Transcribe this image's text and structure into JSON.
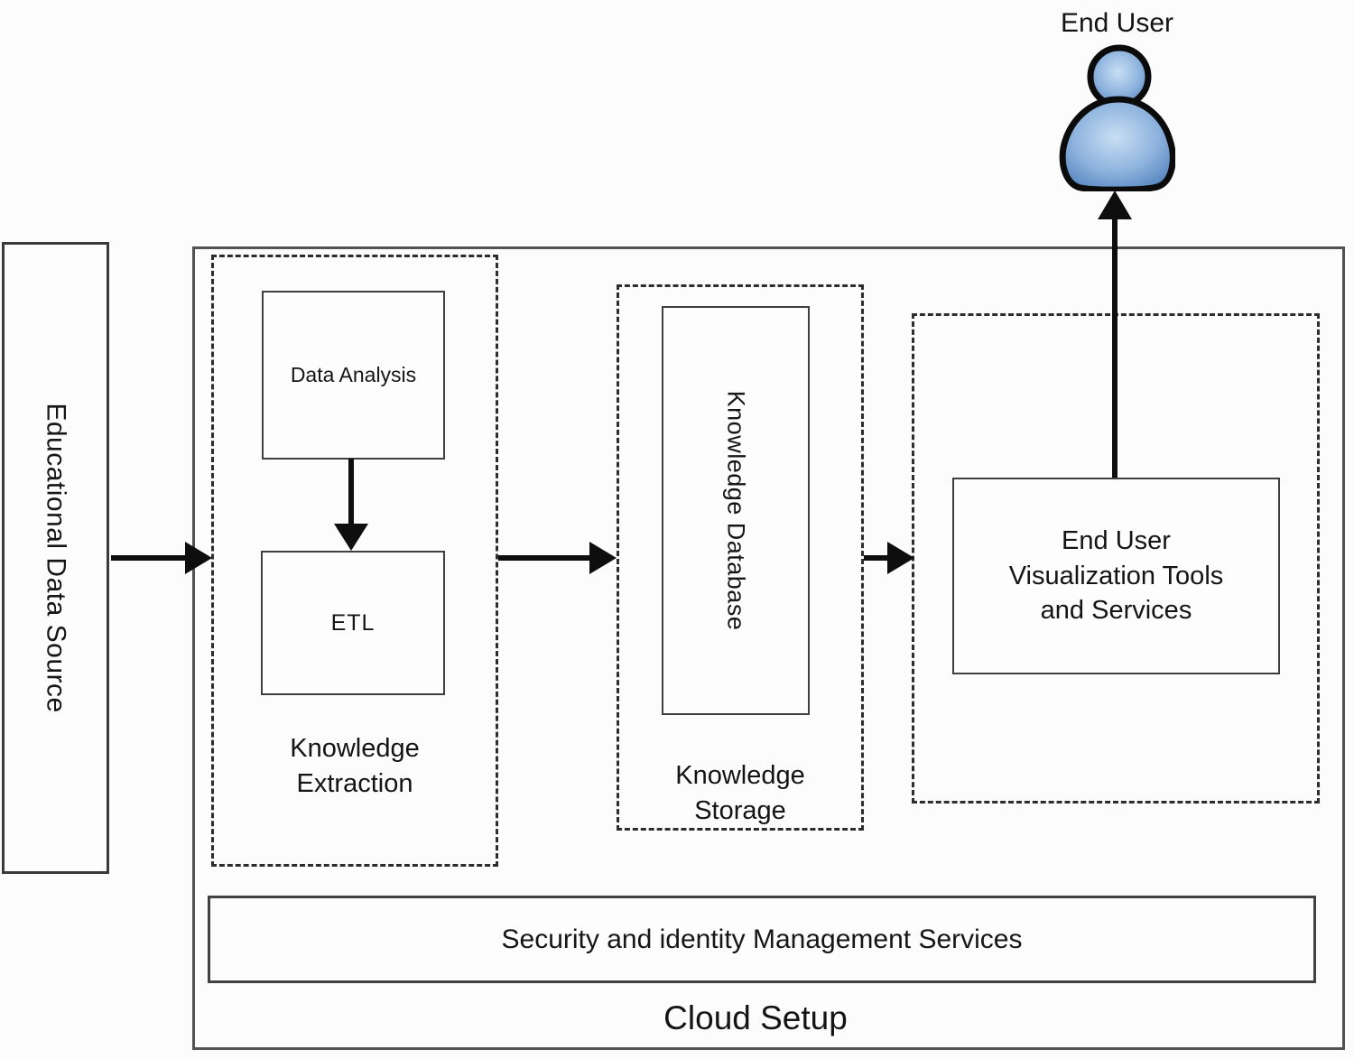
{
  "diagram": {
    "type": "architecture-flow",
    "background": "#fcfcfc",
    "colors": {
      "box_border": "#3f3f3f",
      "dashed_border": "#2d2d2d",
      "cloud_border": "#525252",
      "arrow": "#0e0e0e",
      "text": "#141414",
      "person_fill_light": "#c9def4",
      "person_fill_mid": "#8fb4de",
      "person_fill_dark": "#5181bd",
      "person_outline": "#0b0b0b"
    },
    "nodes": {
      "end_user": {
        "label": "End User",
        "icon": "person-icon"
      },
      "educational_data_source": {
        "label": "Educational Data Source",
        "orientation": "vertical"
      },
      "knowledge_extraction": {
        "label": "Knowledge Extraction",
        "lines": [
          "Knowledge",
          "Extraction"
        ],
        "style": "dashed-group"
      },
      "data_analysis": {
        "label": "Data Analysis"
      },
      "etl": {
        "label": "ETL"
      },
      "knowledge_storage": {
        "label": "Knowledge Storage",
        "lines": [
          "Knowledge",
          "Storage"
        ],
        "style": "dashed-group"
      },
      "knowledge_database": {
        "label": "Knowledge Database",
        "orientation": "vertical"
      },
      "visualization_group": {
        "style": "dashed-group"
      },
      "visualization": {
        "label": "End User Visualization Tools and Services",
        "lines": [
          "End User",
          "Visualization Tools",
          "and Services"
        ]
      },
      "security": {
        "label": "Security and identity Management Services"
      },
      "cloud": {
        "label": "Cloud Setup"
      }
    },
    "connections": [
      {
        "from": "educational_data_source",
        "to": "knowledge_extraction",
        "direction": "right"
      },
      {
        "from": "data_analysis",
        "to": "etl",
        "direction": "down"
      },
      {
        "from": "knowledge_extraction",
        "to": "knowledge_storage",
        "direction": "right"
      },
      {
        "from": "knowledge_storage",
        "to": "visualization_group",
        "direction": "right"
      },
      {
        "from": "visualization",
        "to": "end_user",
        "direction": "up"
      }
    ]
  }
}
